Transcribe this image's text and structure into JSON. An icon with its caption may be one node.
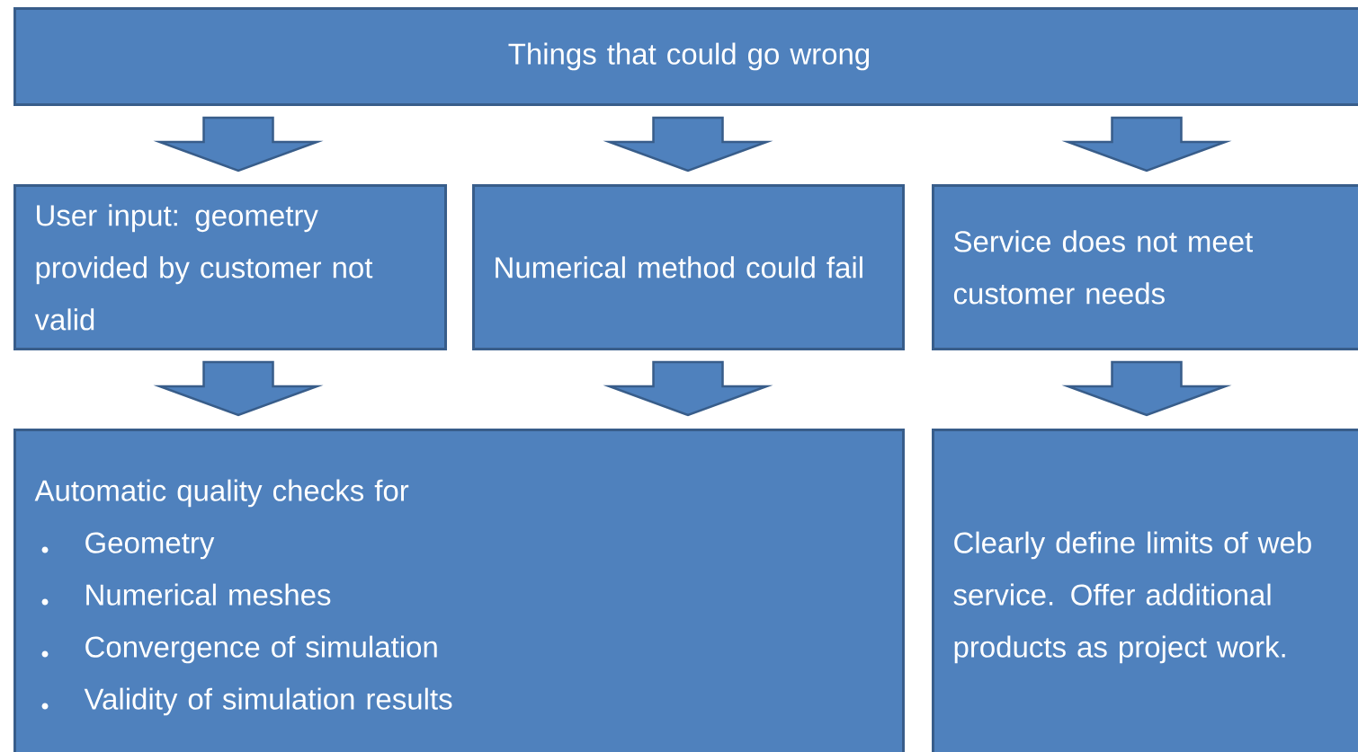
{
  "diagram": {
    "nodes": [
      {
        "text": [
          "Things that could go wrong"
        ]
      },
      {
        "text": [
          "User input: geometry provided by customer not valid"
        ]
      },
      {
        "text": [
          "Numerical method could fail"
        ]
      },
      {
        "text": [
          "Service does not meet customer needs"
        ]
      },
      {
        "text": [
          "Automatic quality checks for",
          "Geometry",
          "Numerical meshes",
          "Convergence of simulation",
          "Validity of simulation results"
        ]
      },
      {
        "text": [
          "Clearly define limits of web service. Offer additional products as project work."
        ]
      }
    ],
    "edges": [
      {
        "from": 0,
        "to": 1,
        "arrow": "to"
      },
      {
        "from": 0,
        "to": 2,
        "arrow": "to"
      },
      {
        "from": 0,
        "to": 3,
        "arrow": "to"
      },
      {
        "from": 1,
        "to": 4,
        "arrow": "to"
      },
      {
        "from": 2,
        "to": 4,
        "arrow": "to"
      },
      {
        "from": 3,
        "to": 5,
        "arrow": "to"
      }
    ]
  }
}
